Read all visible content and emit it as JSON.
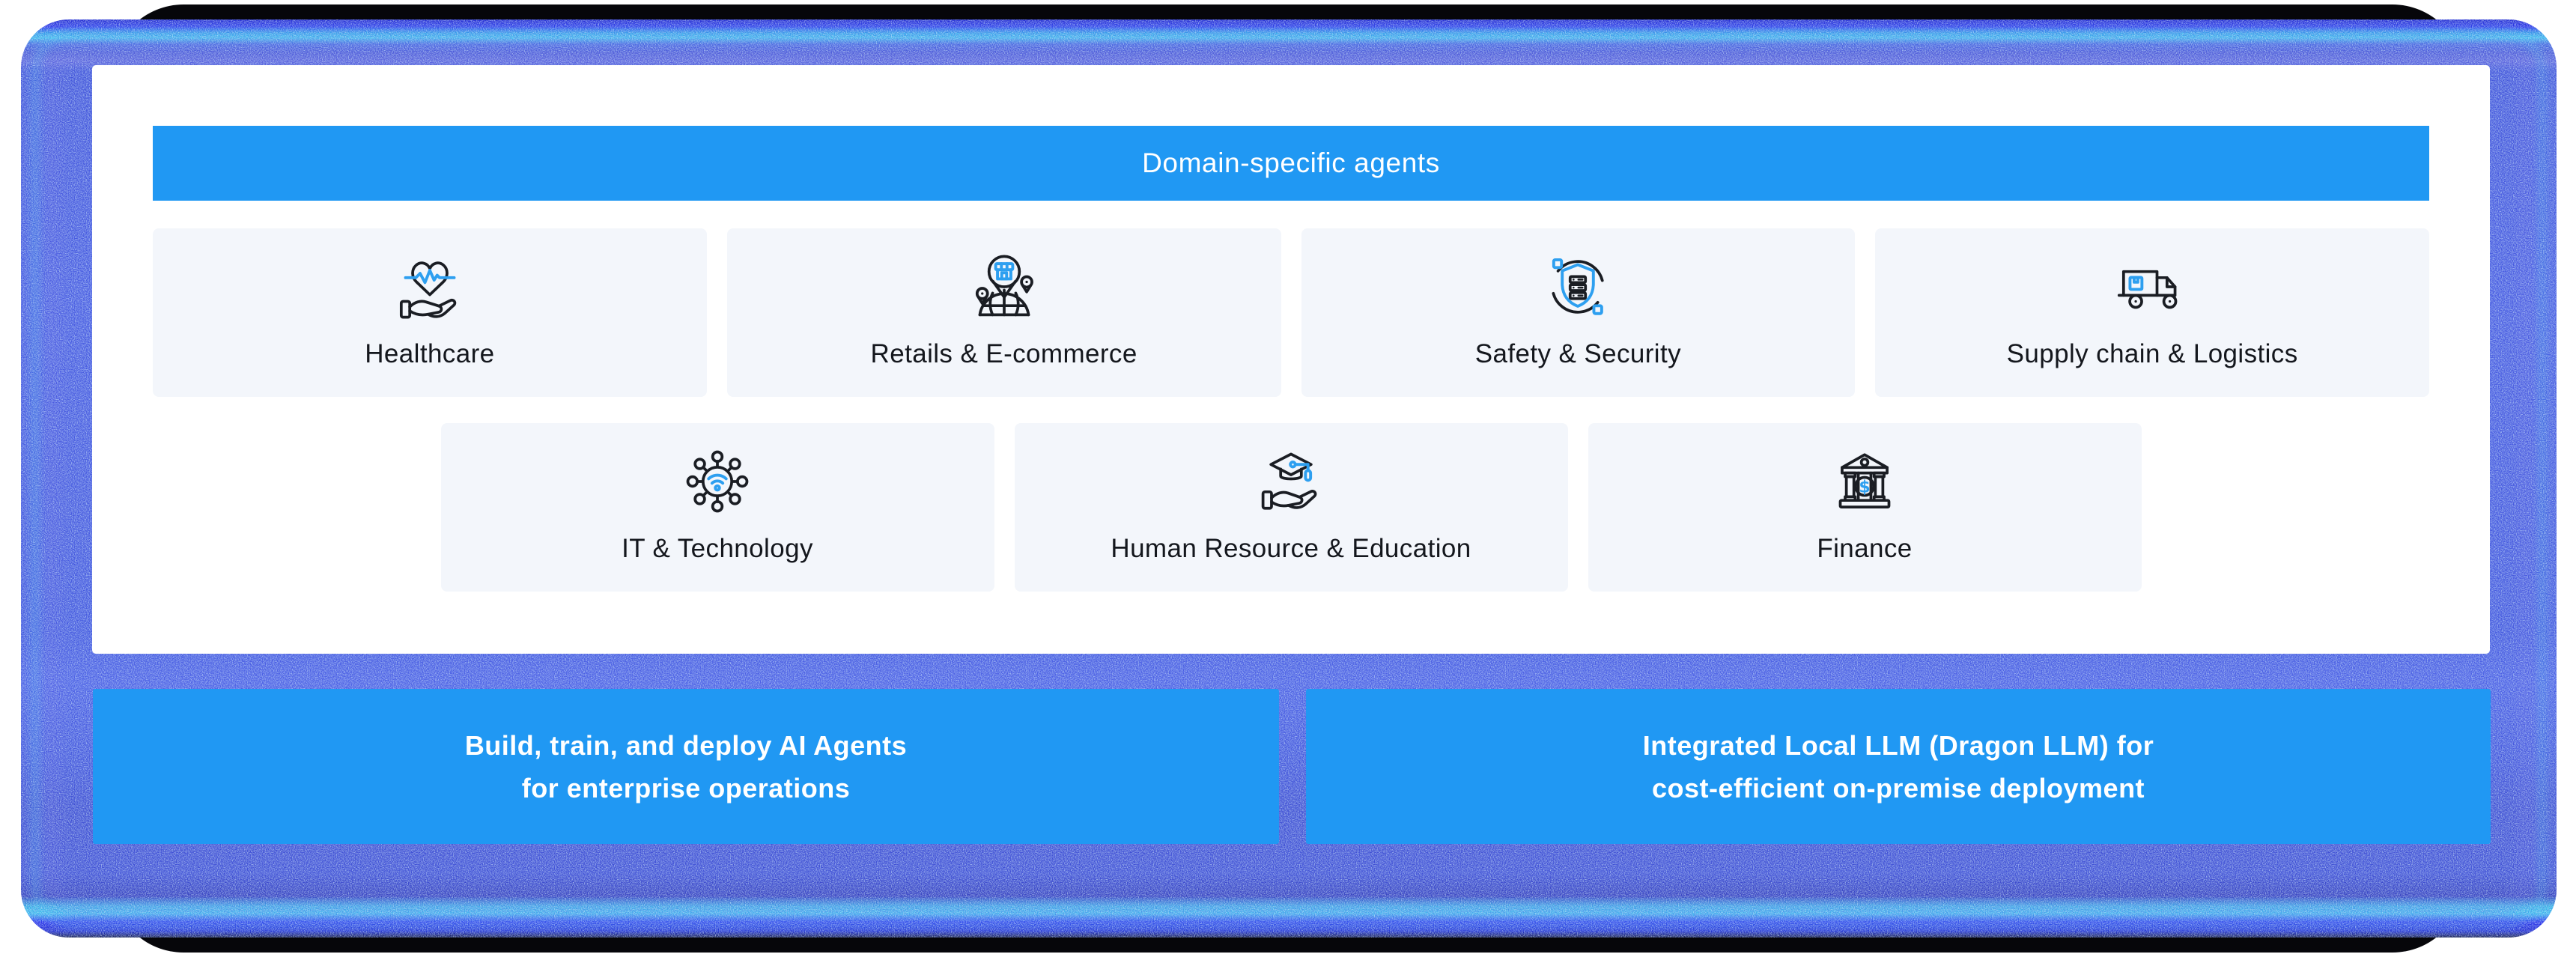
{
  "header": {
    "title": "Domain-specific agents"
  },
  "colors": {
    "accent_blue": "#2098F3",
    "icon_accent": "#2D9FF0",
    "icon_stroke": "#1A1D23",
    "card_bg": "#F3F6FB",
    "frame_blue": "#4456DE",
    "frame_cyan": "#3CE8F6",
    "frame_electric": "#1B1BF2",
    "frame_black": "#06060A",
    "label_text": "#14171D",
    "banner_text": "#FFFFFF"
  },
  "domains": {
    "row1": [
      {
        "label": "Healthcare",
        "icon": "heart-in-hand-icon"
      },
      {
        "label": "Retails & E-commerce",
        "icon": "store-map-pin-icon"
      },
      {
        "label": "Safety & Security",
        "icon": "shield-server-icon"
      },
      {
        "label": "Supply chain & Logistics",
        "icon": "delivery-truck-icon"
      }
    ],
    "row2": [
      {
        "label": "IT & Technology",
        "icon": "network-wifi-icon"
      },
      {
        "label": "Human Resource & Education",
        "icon": "graduation-cap-hand-icon"
      },
      {
        "label": "Finance",
        "icon": "bank-dollar-icon"
      }
    ]
  },
  "banners": [
    {
      "line1": "Build, train, and deploy AI Agents",
      "line2": "for enterprise operations"
    },
    {
      "line1": "Integrated Local LLM (Dragon LLM) for",
      "line2": "cost-efficient on-premise deployment"
    }
  ]
}
